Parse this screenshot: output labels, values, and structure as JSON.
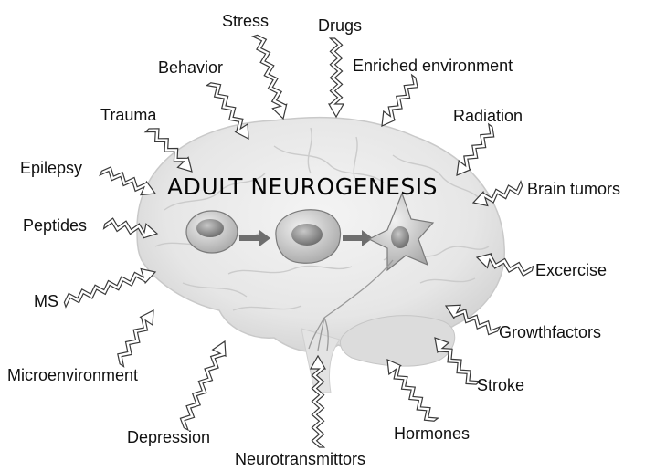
{
  "title": "ADULT NEUROGENESIS",
  "factors": {
    "stress": "Stress",
    "drugs": "Drugs",
    "behavior": "Behavior",
    "enriched_environment": "Enriched environment",
    "trauma": "Trauma",
    "radiation": "Radiation",
    "epilepsy": "Epilepsy",
    "brain_tumors": "Brain tumors",
    "peptides": "Peptides",
    "excercise": "Excercise",
    "ms": "MS",
    "growthfactors": "Growthfactors",
    "microenvironment": "Microenvironment",
    "stroke": "Stroke",
    "depression": "Depression",
    "hormones": "Hormones",
    "neurotransmittors": "Neurotransmittors"
  }
}
